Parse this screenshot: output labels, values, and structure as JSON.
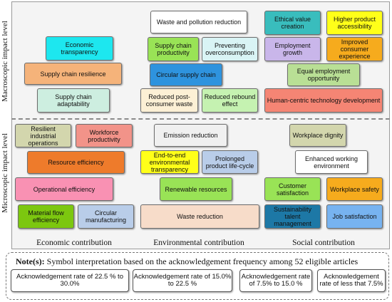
{
  "axes": {
    "macro_label": "Macroscopic impact level",
    "micro_label": "Microscopic impact level"
  },
  "columns": {
    "economic": "Economic contribution",
    "environmental": "Environmental contribution",
    "social": "Social contribution"
  },
  "boxes": {
    "economic_transparency": "Economic transparency",
    "supply_chain_resilience": "Supply chain resilience",
    "supply_chain_adaptability": "Supply chain adaptability",
    "waste_pollution_reduction": "Waste and pollution reduction",
    "supply_chain_productivity": "Supply chain productivity",
    "preventing_overconsumption": "Preventing overconsumption",
    "circular_supply_chain": "Circular supply chain",
    "reduced_post_consumer_waste": "Reduced post-consumer waste",
    "reduced_rebound_effect": "Reduced rebound effect",
    "ethical_value_creation": "Ethical value creation",
    "higher_product_accessibility": "Higher product accessibility",
    "employment_growth": "Employment growth",
    "improved_consumer_experience": "Improved consumer experience",
    "equal_employment_opportunity": "Equal employment opportunity",
    "human_centric_technology": "Human-centric technology development",
    "resilient_industrial_operations": "Resilient industrial operations",
    "workforce_productivity": "Workforce productivity",
    "resource_efficiency": "Resource efficiency",
    "operational_efficiency": "Operational efficiency",
    "material_flow_efficiency": "Material flow efficiency",
    "circular_manufacturing": "Circular manufacturing",
    "emission_reduction": "Emission reduction",
    "end_to_end_transparency": "End-to-end environmental transparency",
    "prolonged_product_life_cycle": "Prolonged product life-cycle",
    "renewable_resources": "Renewable resources",
    "waste_reduction": "Waste reduction",
    "workplace_dignity": "Workplace dignity",
    "enhanced_working_environment": "Enhanced working environment",
    "customer_satisfaction": "Customer satisfaction",
    "workplace_safety": "Workplace safety",
    "sustainability_talent_management": "Sustainability talent management",
    "job_satisfaction": "Job satisfaction"
  },
  "notes": {
    "prefix": "Note(s):",
    "text": " Symbol interpretation based on the acknowledgement frequency among 52 eligible articles",
    "legend": [
      "Acknowledgement rate of 22.5 % to 30.0%",
      "Acknowledgement rate of 15.0% to 22.5 %",
      "Acknowledgement rate of  7.5% to 15.0 %",
      "Acknowledgement rate of less that 7.5%"
    ]
  },
  "colors": {
    "cyan": "#1de7ef",
    "orange": "#f5b37a",
    "mint": "#cdeee0",
    "white": "#ffffff",
    "lime": "#99e356",
    "lightcyan": "#d9f4f5",
    "blue": "#2e93de",
    "cream": "#fcf0d5",
    "lightgreen": "#c5f2b1",
    "teal": "#39bdbd",
    "yellow": "#ffff19",
    "lavender": "#c9b6ea",
    "amber": "#f6ab1d",
    "olive": "#b9df95",
    "salmon": "#f58574",
    "khaki": "#d3d6ad",
    "coral": "#f29389",
    "deeporange": "#ee7b2b",
    "pink": "#f991b3",
    "green": "#7cc70f",
    "periwinkle": "#b9cde9",
    "grey": "#f0f0f0",
    "steel": "#1d78a6",
    "sky": "#77b3f0",
    "peach": "#f7dcc9"
  }
}
